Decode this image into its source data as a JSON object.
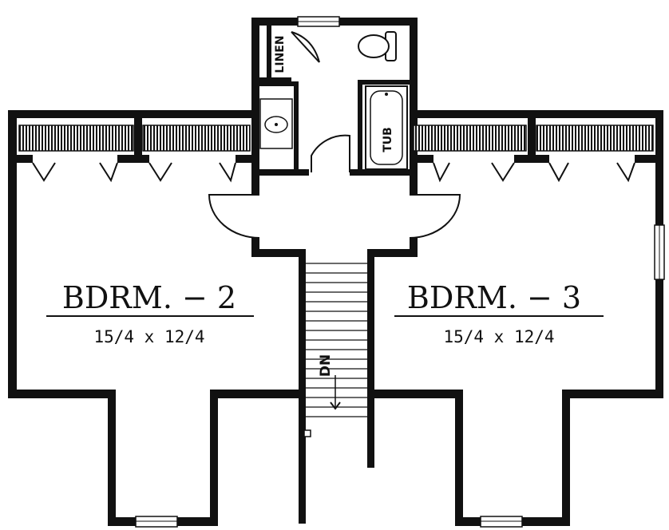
{
  "rooms": {
    "bedroom_2": {
      "name": "BDRM. − 2",
      "dims": "15/4 x 12/4"
    },
    "bedroom_3": {
      "name": "BDRM. − 3",
      "dims": "15/4 x 12/4"
    }
  },
  "labels": {
    "linen": "LINEN",
    "tub": "TUB",
    "stairs": "DN"
  }
}
